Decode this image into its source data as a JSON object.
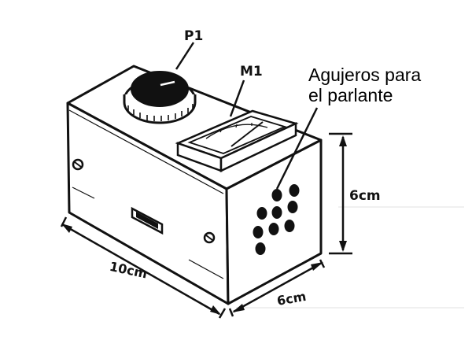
{
  "labels": {
    "knob": "P1",
    "meter": "M1",
    "speaker_line1": "Agujeros para",
    "speaker_line2": "el parlante",
    "length": "10cm",
    "depth": "6cm",
    "height": "6cm"
  }
}
